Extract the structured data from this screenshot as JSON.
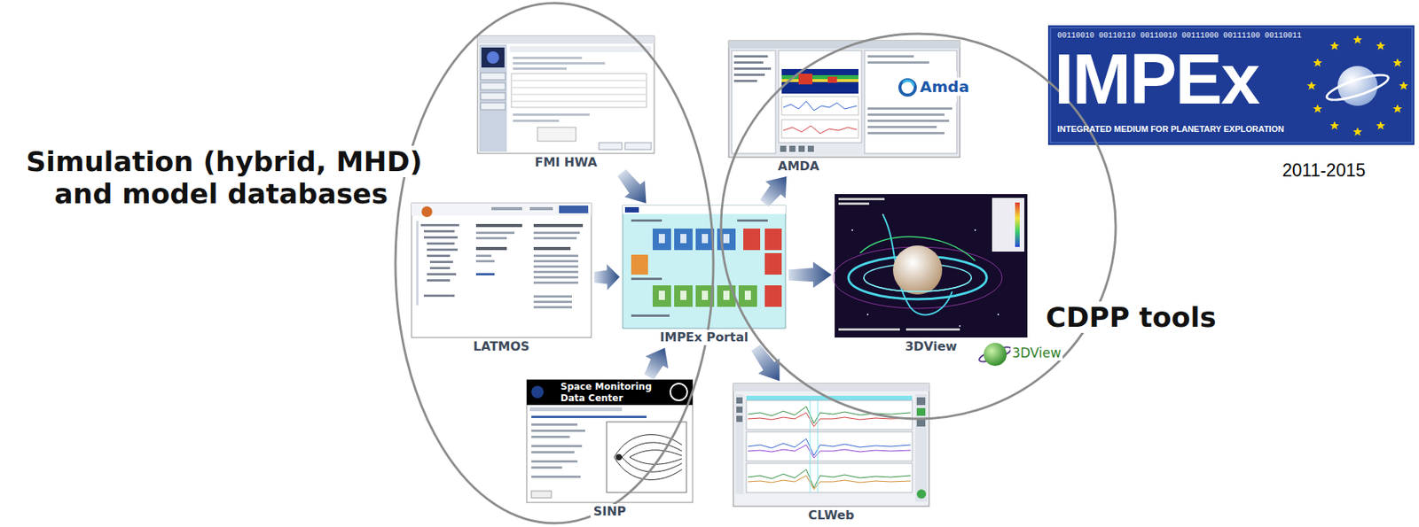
{
  "diagram": {
    "nodes": [
      {
        "text": [
          "Simulation (hybrid, MHD) and model databases"
        ]
      },
      {
        "text": [
          "FMI HWA"
        ],
        "in": 0
      },
      {
        "text": [
          "LATMOS"
        ],
        "in": 0
      },
      {
        "text": [
          "SINP"
        ],
        "in": 0
      },
      {
        "text": [
          "IMPEx Portal"
        ]
      },
      {
        "text": [
          "CDPP tools"
        ]
      },
      {
        "text": [
          "AMDA"
        ],
        "in": 5
      },
      {
        "text": [
          "3DView"
        ],
        "in": 5
      },
      {
        "text": [
          "CLWeb"
        ],
        "in": 5
      },
      {
        "text": [
          "00110010 00110110 00110010 00111000 00111100 00110011",
          "IMPEx",
          "INTEGRATED MEDIUM FOR PLANETARY EXPLORATION"
        ]
      }
    ],
    "edges": [
      {
        "from": 1,
        "to": 4,
        "arrow": "to"
      },
      {
        "from": 2,
        "to": 4,
        "arrow": "to"
      },
      {
        "from": 3,
        "to": 4,
        "arrow": "to"
      },
      {
        "from": 4,
        "to": 6,
        "arrow": "to"
      },
      {
        "from": 4,
        "to": 7,
        "arrow": "to"
      },
      {
        "from": 4,
        "to": 8,
        "arrow": "to"
      }
    ],
    "labels": [
      "2011-2015",
      "Amda",
      "3DView",
      "Space Monitoring",
      "Data Center"
    ]
  }
}
